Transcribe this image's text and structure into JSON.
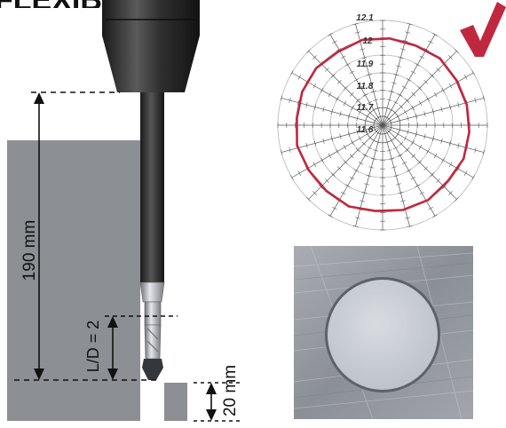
{
  "header": {
    "cropped_title": "FLEXIBILITY"
  },
  "dimensions": {
    "total_depth": "190 mm",
    "ratio": "L/D = 2",
    "block_height": "20 mm"
  },
  "polar_chart": {
    "tick_labels": [
      "12.1",
      "12",
      "11.9",
      "11.8",
      "11.7",
      "11.6"
    ],
    "trace_color": "#c0283f",
    "check_color": "#c0283f",
    "check_icon": "checkmark-icon"
  },
  "colors": {
    "workpiece": "#8c8f94",
    "holder": "#2b2b2b",
    "dimension_lines": "#111111"
  }
}
